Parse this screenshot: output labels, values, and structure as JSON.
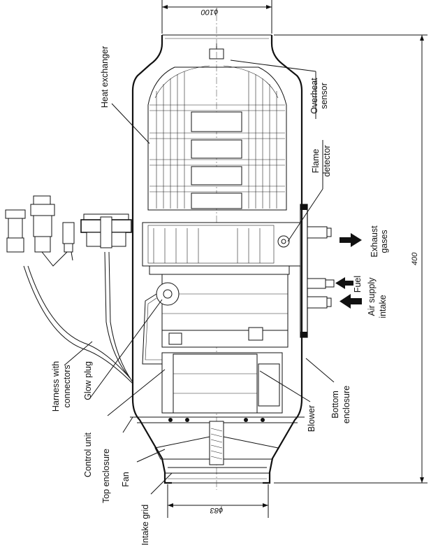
{
  "labels": {
    "heat_exchanger": "Heat exchanger",
    "overheat_line1": "Overheat",
    "overheat_line2": "sensor",
    "flame_line1": "Flame",
    "flame_line2": "detector",
    "exhaust_line1": "Exhaust",
    "exhaust_line2": "gases",
    "fuel": "Fuel",
    "air_line1": "Air supply",
    "air_line2": "intake",
    "harness_line1": "Harness with",
    "harness_line2": "connectors",
    "glow_plug": "Glow plug",
    "control_unit": "Control unit",
    "top_enclosure": "Top enclosure",
    "fan": "Fan",
    "intake_grid": "Intake grid",
    "blower": "Blower",
    "bottom_line1": "Bottom",
    "bottom_line2": "enclosure"
  },
  "dimensions": {
    "outlet_diameter": "ϕ100",
    "inlet_diameter": "ϕ83",
    "length": "400"
  }
}
